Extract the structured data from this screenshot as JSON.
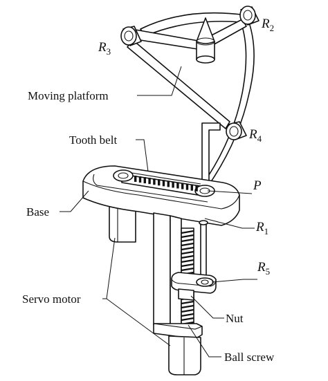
{
  "labels": {
    "moving_platform": "Moving platform",
    "tooth_belt": "Tooth belt",
    "base": "Base",
    "servo_motor": "Servo motor",
    "nut": "Nut",
    "ball_screw": "Ball screw",
    "point_p": "P"
  },
  "joints": [
    {
      "letter": "R",
      "index": "1"
    },
    {
      "letter": "R",
      "index": "2"
    },
    {
      "letter": "R",
      "index": "3"
    },
    {
      "letter": "R",
      "index": "4"
    },
    {
      "letter": "R",
      "index": "5"
    }
  ]
}
